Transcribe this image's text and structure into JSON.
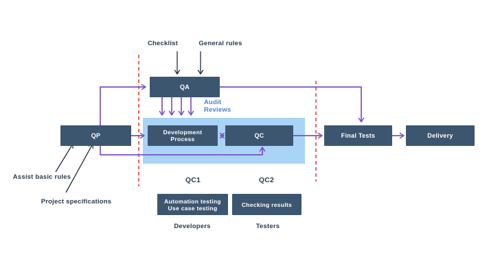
{
  "title": "QA QC process flow diagram",
  "colors": {
    "box_fill": "#3d5670",
    "box_text": "#ffffff",
    "region_fill": "#aad4f6",
    "arrow_purple": "#7b4fc6",
    "arrow_black": "#202c38",
    "dashed_red": "#f04743",
    "audit_blue": "#4a80e0",
    "label_text": "#2b3b4d"
  },
  "boxes": {
    "qp": "QP",
    "qa": "QA",
    "development_line1": "Development",
    "development_line2": "Process",
    "qc": "QC",
    "final_tests": "Final Tests",
    "delivery": "Delivery",
    "automation_line1": "Automation testing",
    "automation_line2": "Use case testing",
    "checking_results": "Checking results"
  },
  "labels": {
    "checklist": "Checklist",
    "general_rules": "General rules",
    "audit_line1": "Audit",
    "audit_line2": "Reviews",
    "qc1": "QC1",
    "qc2": "QC2",
    "developers": "Developers",
    "testers": "Testers",
    "assist_basic_rules": "Assist basic rules",
    "project_specifications": "Project specifications"
  }
}
